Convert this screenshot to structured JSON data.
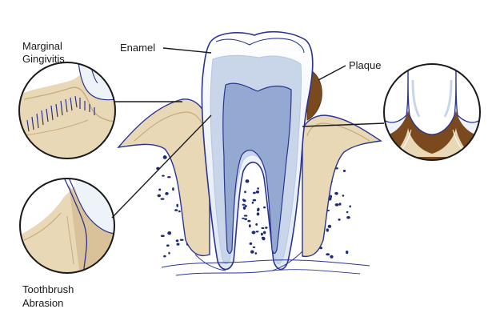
{
  "labels": {
    "marginal_line1": "Marginal",
    "marginal_line2": "Gingivitis",
    "enamel": "Enamel",
    "plaque": "Plaque",
    "abrasion_line1": "Toothbrush",
    "abrasion_line2": "Abrasion"
  },
  "colors": {
    "outline": "#2b3590",
    "enamel": "#ffffff",
    "dentin": "#c9d6ea",
    "pulp": "#93a9d1",
    "gum": "#e9d8b6",
    "gum_dark": "#c7ac80",
    "plaque": "#7a4a1e",
    "dots": "#1f2a78"
  }
}
